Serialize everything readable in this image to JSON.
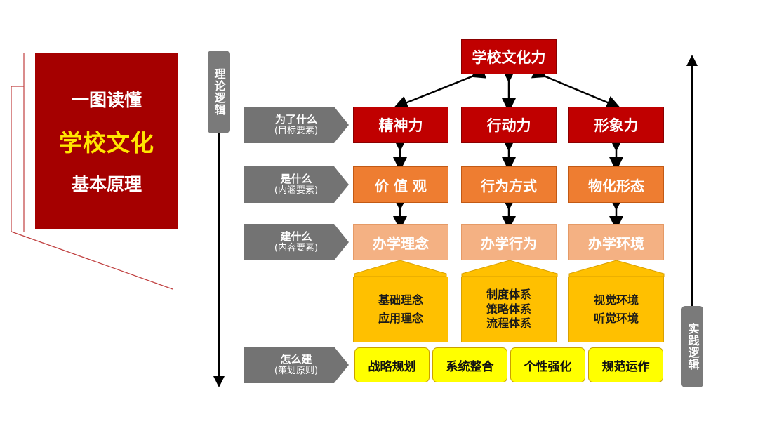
{
  "title": {
    "line1": "一图读懂",
    "line2": "学校文化",
    "line3": "基本原理"
  },
  "axis": {
    "left": "理论逻辑",
    "right": "实践逻辑"
  },
  "top_node": "学校文化力",
  "rows": [
    {
      "q": "为了什么",
      "s": "(目标要素)"
    },
    {
      "q": "是什么",
      "s": "(内涵要素)"
    },
    {
      "q": "建什么",
      "s": "(内容要素)"
    },
    {
      "q": "怎么建",
      "s": "(策划原则)"
    }
  ],
  "columns": [
    {
      "goal": "精神力",
      "essence": "价 值 观",
      "content": "办学理念",
      "items": [
        "基础理念",
        "应用理念"
      ]
    },
    {
      "goal": "行动力",
      "essence": "行为方式",
      "content": "办学行为",
      "items": [
        "制度体系",
        "策略体系",
        "流程体系"
      ]
    },
    {
      "goal": "形象力",
      "essence": "物化形态",
      "content": "办学环境",
      "items": [
        "视觉环境",
        "听觉环境"
      ]
    }
  ],
  "principles": [
    "战略规划",
    "系统整合",
    "个性强化",
    "规范运作"
  ],
  "colors": {
    "dark_red": "#a50000",
    "red": "#c00000",
    "orange": "#ee7d31",
    "peach": "#f4b183",
    "gold": "#ffc000",
    "yellow": "#ffff00",
    "grey": "#737373"
  }
}
